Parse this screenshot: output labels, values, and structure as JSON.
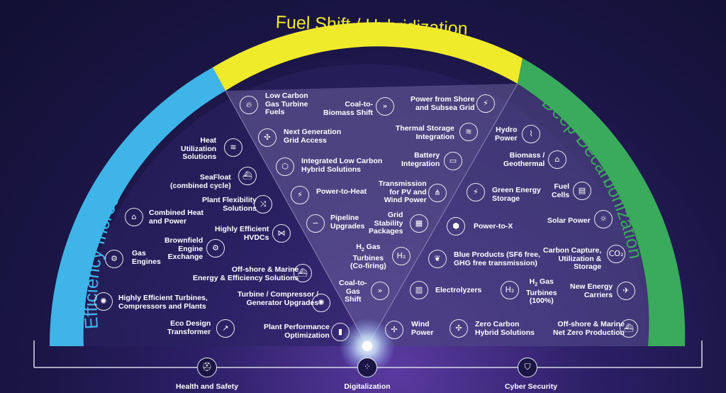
{
  "arcs": {
    "left": {
      "title": "Efficiency Increase",
      "color": "#3fb4e8"
    },
    "top": {
      "title": "Fuel Shift / Hybridization",
      "color": "#f0eb2a"
    },
    "right": {
      "title": "Deep Decarbonization",
      "color": "#3aaa5c"
    }
  },
  "left_items": [
    {
      "label": "Heat\nUtilization\nSolutions",
      "icon": "coil-icon"
    },
    {
      "label": "SeaFloat\n(combined cycle)",
      "icon": "ship-icon"
    },
    {
      "label": "Plant Flexibility\nSolutions",
      "icon": "shuffle-icon"
    },
    {
      "label": "Combined Heat\nand Power",
      "icon": "chp-icon"
    },
    {
      "label": "Highly Efficient\nHVDCs",
      "icon": "hvdc-icon"
    },
    {
      "label": "Brownfield\nEngine\nExchange",
      "icon": "engine-exchange-icon"
    },
    {
      "label": "Gas\nEngines",
      "icon": "engine-icon"
    },
    {
      "label": "Off-shore & Marine\nEnergy & Efficiency Solutions",
      "icon": "vessel-icon"
    },
    {
      "label": "Turbine / Compressor /\nGenerator Upgrades",
      "icon": "turbine-upgrade-icon"
    },
    {
      "label": "Highly Efficient Turbines,\nCompressors and Plants",
      "icon": "turbine-icon"
    },
    {
      "label": "Eco Design\nTransformer",
      "icon": "chart-up-icon"
    },
    {
      "label": "Plant Performance\nOptimization",
      "icon": "bar-chart-icon"
    }
  ],
  "center_items": [
    {
      "label": "Low Carbon\nGas Turbine\nFuels",
      "icon": "flame-icon"
    },
    {
      "label": "Coal-to-\nBiomass Shift",
      "icon": "biomass-icon"
    },
    {
      "label": "Power from Shore\nand Subsea Grid",
      "icon": "shore-power-icon"
    },
    {
      "label": "Next Generation\nGrid Access",
      "icon": "grid-icon"
    },
    {
      "label": "Thermal Storage\nIntegration",
      "icon": "heat-icon"
    },
    {
      "label": "Integrated Low Carbon\nHybrid Solutions",
      "icon": "hybrid-icon"
    },
    {
      "label": "Battery\nIntegration",
      "icon": "battery-icon"
    },
    {
      "label": "Power-to-Heat",
      "icon": "power-heat-icon"
    },
    {
      "label": "Transmission\nfor PV and\nWind Power",
      "icon": "pylon-icon"
    },
    {
      "label": "Pipeline\nUpgrades",
      "icon": "pipeline-icon"
    },
    {
      "label": "Grid\nStability\nPackages",
      "icon": "grid-stability-icon"
    },
    {
      "label": "Turbines\n(Co-firing)",
      "icon": "h2-icon"
    },
    {
      "label": "Coal-to-\nGas\nShift",
      "icon": "gas-shift-icon"
    }
  ],
  "h2_turbine_prefix": "H",
  "h2_turbine_sub": "2",
  "h2_turbine_suffix": " Gas",
  "right_items": [
    {
      "label": "Hydro\nPower",
      "icon": "hydro-icon"
    },
    {
      "label": "Biomass /\nGeothermal",
      "icon": "geothermal-icon"
    },
    {
      "label": "Green Energy\nStorage",
      "icon": "green-storage-icon"
    },
    {
      "label": "Fuel\nCells",
      "icon": "fuel-cell-icon"
    },
    {
      "label": "Solar Power",
      "icon": "solar-icon"
    },
    {
      "label": "Power-to-X",
      "icon": "power-x-icon"
    },
    {
      "label": "Carbon Capture,\nUtilization &\nStorage",
      "icon": "co2-icon"
    },
    {
      "label": "Blue Products (SF6 free,\nGHG free transmission)",
      "icon": "leaf-hand-icon"
    },
    {
      "label": "New Energy\nCarriers",
      "icon": "energy-carrier-icon"
    },
    {
      "label": "Electrolyzers",
      "icon": "electrolyzer-icon"
    },
    {
      "label": "Turbines\n(100%)",
      "icon": "h2-icon"
    },
    {
      "label": "Wind\nPower",
      "icon": "wind-icon"
    },
    {
      "label": "Zero Carbon\nHybrid Solutions",
      "icon": "zero-carbon-icon"
    },
    {
      "label": "Off-shore & Marine\nNet Zero Production",
      "icon": "marine-icon"
    }
  ],
  "bottom": [
    {
      "label": "Health and Safety",
      "icon": "hard-hat-icon"
    },
    {
      "label": "Digitalization",
      "icon": "digital-icon"
    },
    {
      "label": "Cyber Security",
      "icon": "shield-icon"
    }
  ]
}
